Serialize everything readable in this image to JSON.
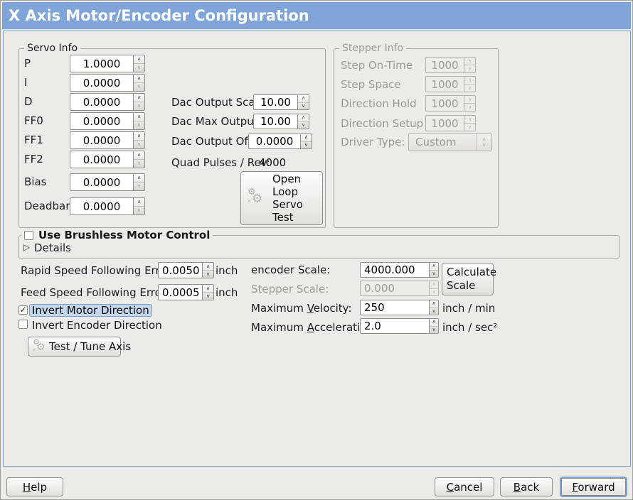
{
  "window": {
    "title": "X Axis Motor/Encoder Configuration"
  },
  "colors": {
    "titlebar": "#7FA4D7",
    "window_bg": "#EDEBE8",
    "content_border": "#7B9BCB",
    "highlight_bg": "#C3D6EE",
    "highlight_border": "#7E9FC6",
    "focus_ring": "#7FA3D1"
  },
  "servo": {
    "frame_label": "Servo Info",
    "rows": [
      {
        "label": "P",
        "value": "1.0000"
      },
      {
        "label": "I",
        "value": "0.0000"
      },
      {
        "label": "D",
        "value": "0.0000"
      },
      {
        "label": "FF0",
        "value": "0.0000"
      },
      {
        "label": "FF1",
        "value": "0.0000"
      },
      {
        "label": "FF2",
        "value": "0.0000"
      },
      {
        "label": "Bias",
        "value": "0.0000"
      },
      {
        "label": "Deadband",
        "value": "0.0000"
      }
    ]
  },
  "dac": {
    "rows": [
      {
        "label": "Dac Output Scale:",
        "value": "10.00"
      },
      {
        "label": "Dac Max Output:",
        "value": "10.00"
      },
      {
        "label": "Dac Output Offset:",
        "value": "0.0000"
      }
    ],
    "quad_label": "Quad Pulses / Rev:",
    "quad_value": "4000",
    "open_loop_button": "Open\nLoop\nServo\nTest"
  },
  "stepper": {
    "frame_label": "Stepper Info",
    "rows": [
      {
        "label": "Step On-Time",
        "value": "1000"
      },
      {
        "label": "Step Space",
        "value": "1000"
      },
      {
        "label": "Direction Hold",
        "value": "1000"
      },
      {
        "label": "Direction Setup",
        "value": "1000"
      }
    ],
    "driver_type_label": "Driver Type:",
    "driver_type_value": "Custom"
  },
  "brushless": {
    "checkbox_label": "Use Brushless Motor Control",
    "details_label": "Details"
  },
  "following": {
    "rapid_label": "Rapid Speed Following Error:",
    "rapid_value": "0.0050",
    "rapid_unit": "inch",
    "feed_label": "Feed Speed Following Error:",
    "feed_value": "0.0005",
    "feed_unit": "inch"
  },
  "invert": {
    "motor_label": "Invert Motor Direction",
    "encoder_label": "Invert Encoder Direction"
  },
  "test_tune_button": "Test / Tune Axis",
  "scale": {
    "encoder_label": "encoder Scale:",
    "encoder_value": "4000.000",
    "calculate_button": "Calculate\nScale",
    "stepper_label": "Stepper Scale:",
    "stepper_value": "0.000",
    "velocity_label": {
      "pre": "Maximum ",
      "mn": "V",
      "post": "elocity:"
    },
    "velocity_value": "250",
    "velocity_unit": "inch / min",
    "accel_label": {
      "pre": "Maximum ",
      "mn": "A",
      "post": "cceleration:"
    },
    "accel_value": "2.0",
    "accel_unit": "inch / sec²"
  },
  "icons": {
    "check": "✓",
    "spin_up": "∧",
    "spin_down": "∨",
    "expander": "▷",
    "gear": "⚙",
    "gear_x": "✕"
  },
  "footer": {
    "help": {
      "pre": "",
      "mn": "H",
      "post": "elp"
    },
    "cancel": {
      "pre": "",
      "mn": "C",
      "post": "ancel"
    },
    "back": {
      "pre": "",
      "mn": "B",
      "post": "ack"
    },
    "forward": {
      "pre": "",
      "mn": "F",
      "post": "orward"
    }
  }
}
